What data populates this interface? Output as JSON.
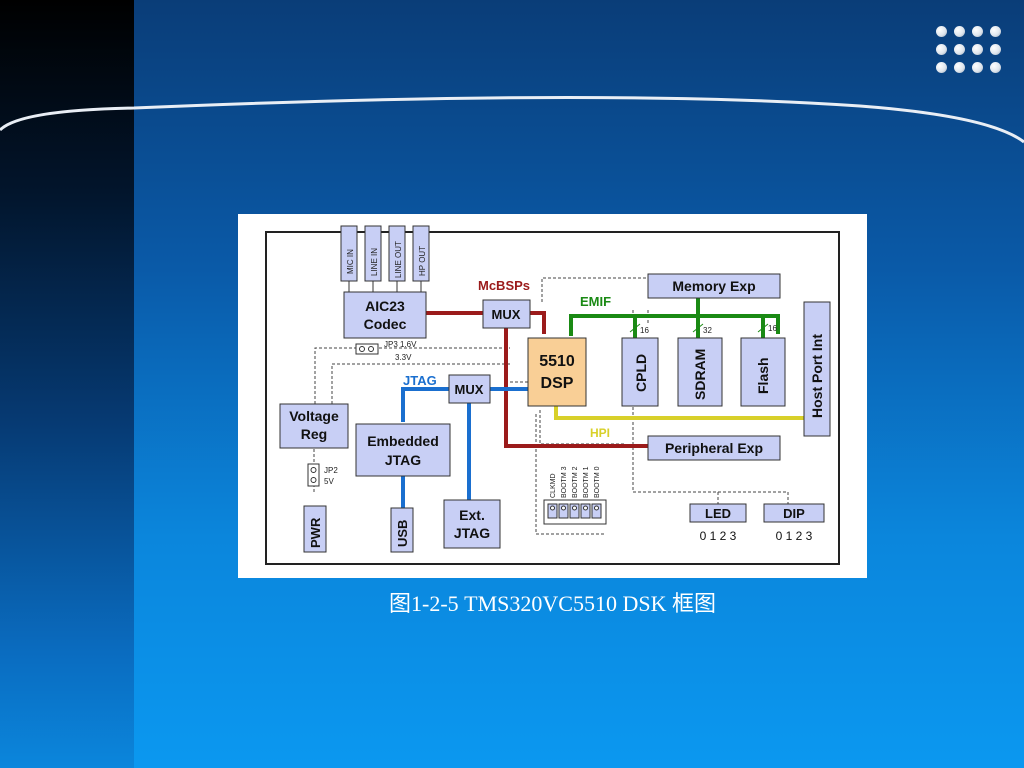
{
  "slide": {
    "caption": "图1-2-5 TMS320VC5510 DSK 框图"
  },
  "diagram": {
    "audio_jacks": [
      "MIC IN",
      "LINE IN",
      "LINE OUT",
      "HP OUT"
    ],
    "codec": [
      "AIC23",
      "Codec"
    ],
    "mux_top": "MUX",
    "mux_mid": "MUX",
    "dsp": [
      "5510",
      "DSP"
    ],
    "mcbsps": "McBSPs",
    "emif": "EMIF",
    "jtag": "JTAG",
    "hpi": "HPI",
    "memory_exp": "Memory Exp",
    "cpld": "CPLD",
    "sdram": "SDRAM",
    "flash": "Flash",
    "host_port": "Host Port Int",
    "peripheral_exp": "Peripheral Exp",
    "voltage_reg": [
      "Voltage",
      "Reg"
    ],
    "embedded_jtag": [
      "Embedded",
      "JTAG"
    ],
    "ext_jtag": [
      "Ext.",
      "JTAG"
    ],
    "pwr": "PWR",
    "usb": "USB",
    "led": "LED",
    "dip": "DIP",
    "led_nums": "0 1 2 3",
    "dip_nums": "0 1 2 3",
    "jp3": "JP3 1.6V",
    "v33": "3.3V",
    "jp2": "JP2",
    "v5": "5V",
    "bus16a": "16",
    "bus32": "32",
    "bus16b": "16",
    "boot_labels": [
      "CLKMD",
      "BOOTM 3",
      "BOOTM 2",
      "BOOTM 1",
      "BOOTM 0"
    ]
  },
  "colors": {
    "block_fill": "#c8cff5",
    "dsp_fill": "#f9cf96",
    "mcbsp_red": "#9b1b1b",
    "emif_green": "#1a8a14",
    "jtag_blue": "#1a6fcf",
    "hpi_yellow": "#d8d02a"
  }
}
